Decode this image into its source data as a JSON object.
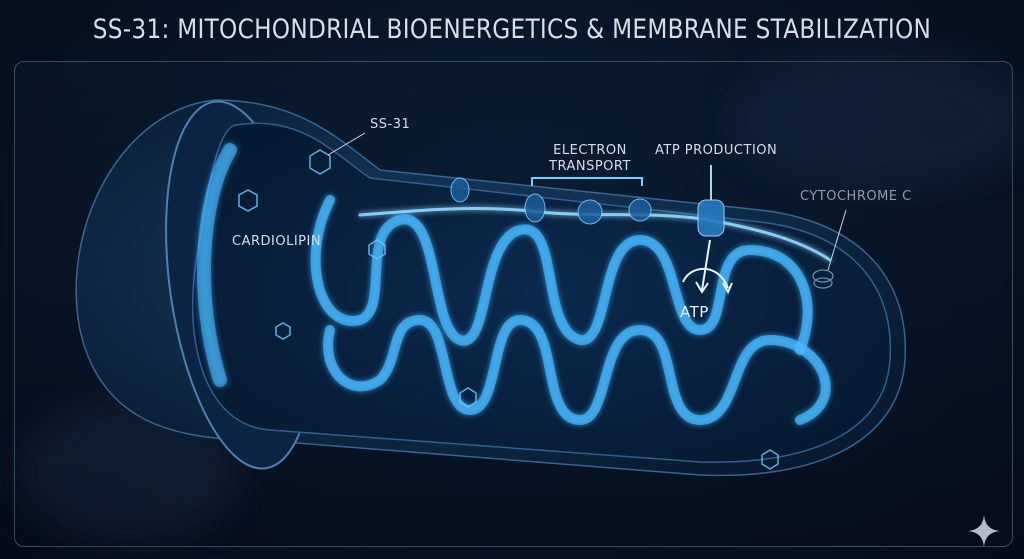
{
  "title": "SS-31: MITOCHONDRIAL BIOENERGETICS & MEMBRANE STABILIZATION",
  "labels": {
    "ss31": "SS-31",
    "cardiolipin": "CARDIOLIPIN",
    "electron_transport_line1": "ELECTRON",
    "electron_transport_line2": "TRANSPORT",
    "atp_production": "ATP PRODUCTION",
    "cytochrome_c": "CYTOCHROME C",
    "atp": "ATP"
  },
  "colors": {
    "background": "#06101f",
    "membrane_glow": "#3fb4ff",
    "outer_membrane": "#1a3a5e",
    "label_text": "#d6dde8",
    "frame_border": "#3a4a5f"
  },
  "icons": {
    "watermark": "sparkle-icon"
  }
}
